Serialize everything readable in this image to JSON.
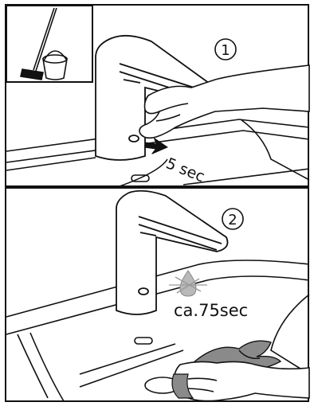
{
  "steps": [
    {
      "number": "1",
      "duration": "5 sec"
    },
    {
      "number": "2",
      "duration": "ca.75sec"
    }
  ],
  "colors": {
    "ink": "#111111",
    "background": "#ffffff",
    "drop_highlight": "#b9b9b9"
  },
  "icons": [
    "broom-icon",
    "bucket-icon",
    "water-drop-icon",
    "arrow-icon",
    "cloth-icon",
    "hand-icon"
  ]
}
